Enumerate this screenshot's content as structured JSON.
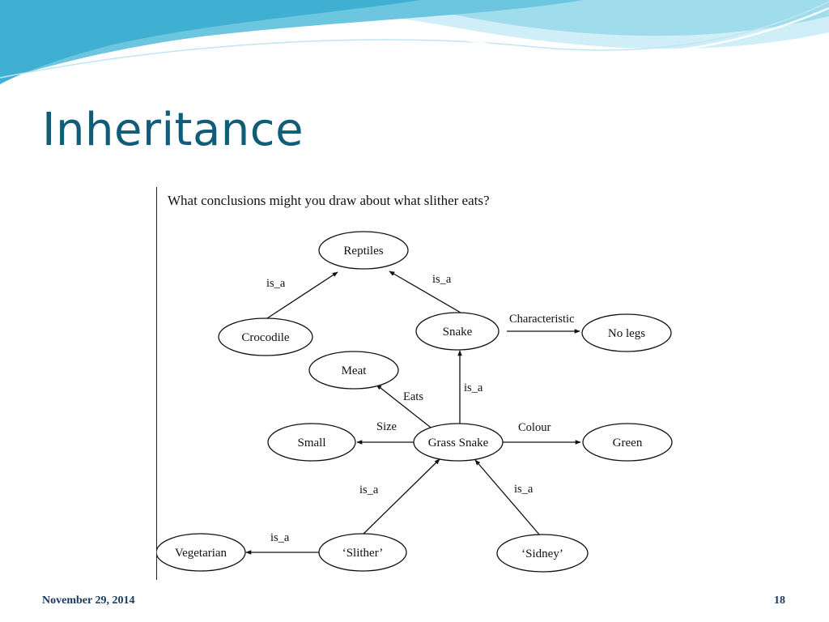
{
  "slide": {
    "title": "Inheritance",
    "footer_date": "November 29, 2014",
    "page_number": "18"
  },
  "theme": {
    "title_color": "#0f5d78",
    "wave_light": "#cfeef7",
    "wave_mid": "#7fd0e6",
    "wave_dark": "#2fa6c9",
    "footer_color": "#17375e"
  },
  "diagram": {
    "question": "What conclusions might you draw about what slither eats?",
    "nodes": {
      "reptiles": "Reptiles",
      "crocodile": "Crocodile",
      "snake": "Snake",
      "no_legs": "No legs",
      "meat": "Meat",
      "small": "Small",
      "grass_snake": "Grass Snake",
      "green": "Green",
      "vegetarian": "Vegetarian",
      "slither": "‘Slither’",
      "sidney": "‘Sidney’"
    },
    "edges": {
      "crocodile_reptiles": "is_a",
      "snake_reptiles": "is_a",
      "snake_nolegs": "Characteristic",
      "grasssnake_snake": "is_a",
      "grasssnake_meat": "Eats",
      "grasssnake_small": "Size",
      "grasssnake_green": "Colour",
      "slither_grasssnake": "is_a",
      "sidney_grasssnake": "is_a",
      "slither_vegetarian": "is_a"
    }
  }
}
